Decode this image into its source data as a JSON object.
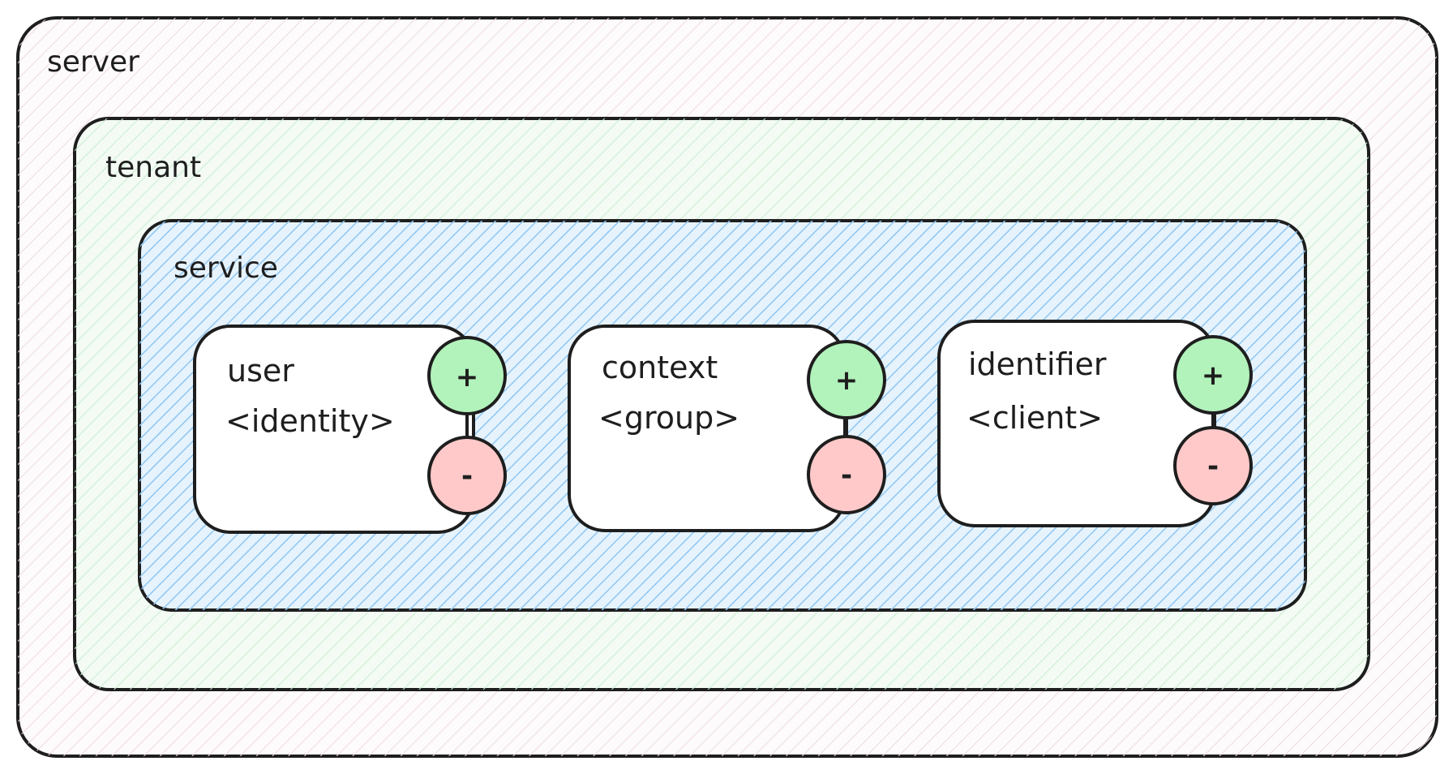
{
  "containers": {
    "server": {
      "label": "server",
      "fill": "#f6eef2"
    },
    "tenant": {
      "label": "tenant",
      "fill": "#dcf4de"
    },
    "service": {
      "label": "service",
      "fill": "#a5d3f7"
    }
  },
  "cards": [
    {
      "title": "user",
      "subtitle": "<identity>",
      "plus": "+",
      "minus": "-"
    },
    {
      "title": "context",
      "subtitle": "<group>",
      "plus": "+",
      "minus": "-"
    },
    {
      "title": "identifier",
      "subtitle": "<client>",
      "plus": "+",
      "minus": "-"
    }
  ],
  "colors": {
    "stroke": "#1e1e1e",
    "plus_fill": "#b2f2bb",
    "minus_fill": "#ffc9c9",
    "card_fill": "#ffffff"
  }
}
